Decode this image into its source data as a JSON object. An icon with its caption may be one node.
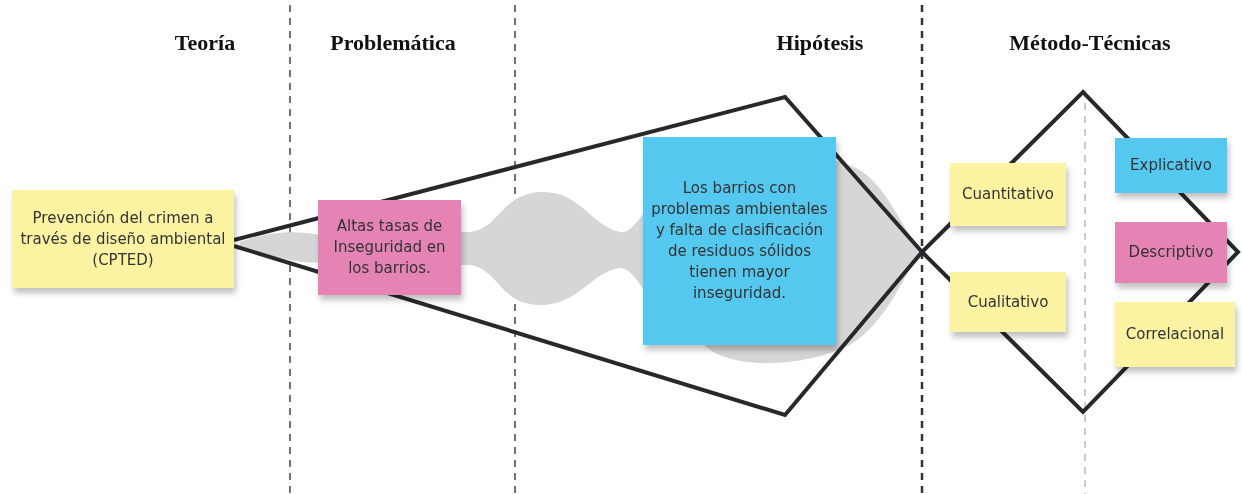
{
  "diagram": {
    "nodes": [
      {
        "text": [
          "Prevención del crimen a través de diseño ambiental (CPTED)"
        ]
      },
      {
        "text": [
          "Altas tasas de Inseguridad en los barrios."
        ]
      },
      {
        "text": [
          "Los barrios con problemas ambientales y falta de clasificación de residuos sólidos tienen mayor inseguridad."
        ]
      },
      {
        "text": [
          "Cuantitativo"
        ]
      },
      {
        "text": [
          "Cualitativo"
        ]
      },
      {
        "text": [
          "Explicativo"
        ]
      },
      {
        "text": [
          "Descriptivo"
        ]
      },
      {
        "text": [
          "Correlacional"
        ]
      }
    ],
    "edges": [],
    "labels": [
      "Teoría",
      "Problemática",
      "Hipótesis",
      "Método-Técnicas"
    ]
  }
}
